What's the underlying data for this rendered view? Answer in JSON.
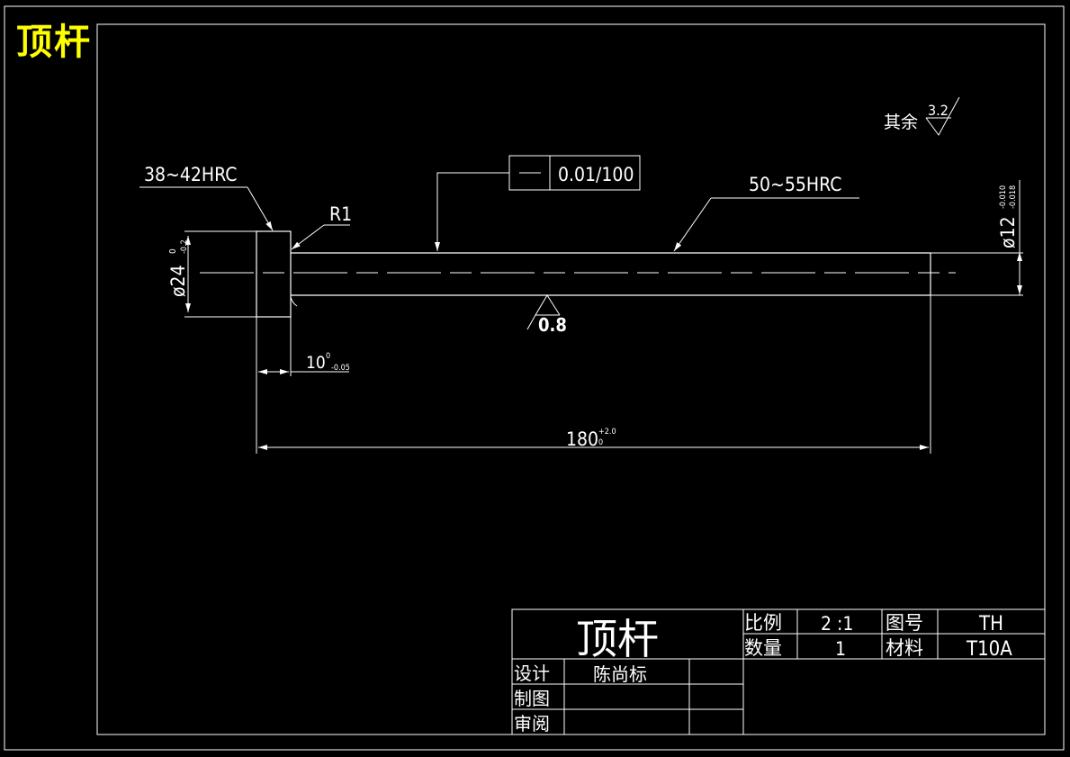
{
  "corner_title": "顶杆",
  "annotations": {
    "surface_other": "其余",
    "surface_other_value": "3.2",
    "hardness_head": "38~42HRC",
    "hardness_shaft": "50~55HRC",
    "radius": "R1",
    "tolerance_value": "0.01/100",
    "roughness_shaft": "0.8"
  },
  "dimensions": {
    "head_dia": "ø24",
    "head_dia_upper": "0",
    "head_dia_lower": "-0.2",
    "shaft_dia": "ø12",
    "shaft_dia_upper": "-0.010",
    "shaft_dia_lower": "-0.018",
    "head_len": "10",
    "head_len_upper": "0",
    "head_len_lower": "-0.05",
    "total_len": "180",
    "total_len_upper": "+2.0",
    "total_len_lower": "0"
  },
  "title_block": {
    "name": "顶杆",
    "scale_label": "比例",
    "scale_value": "2 :1",
    "drawing_no_label": "图号",
    "drawing_no_value": "TH",
    "qty_label": "数量",
    "qty_value": "1",
    "material_label": "材料",
    "material_value": "T10A",
    "design_label": "设计",
    "designer": "陈尚标",
    "draw_label": "制图",
    "review_label": "审阅"
  }
}
